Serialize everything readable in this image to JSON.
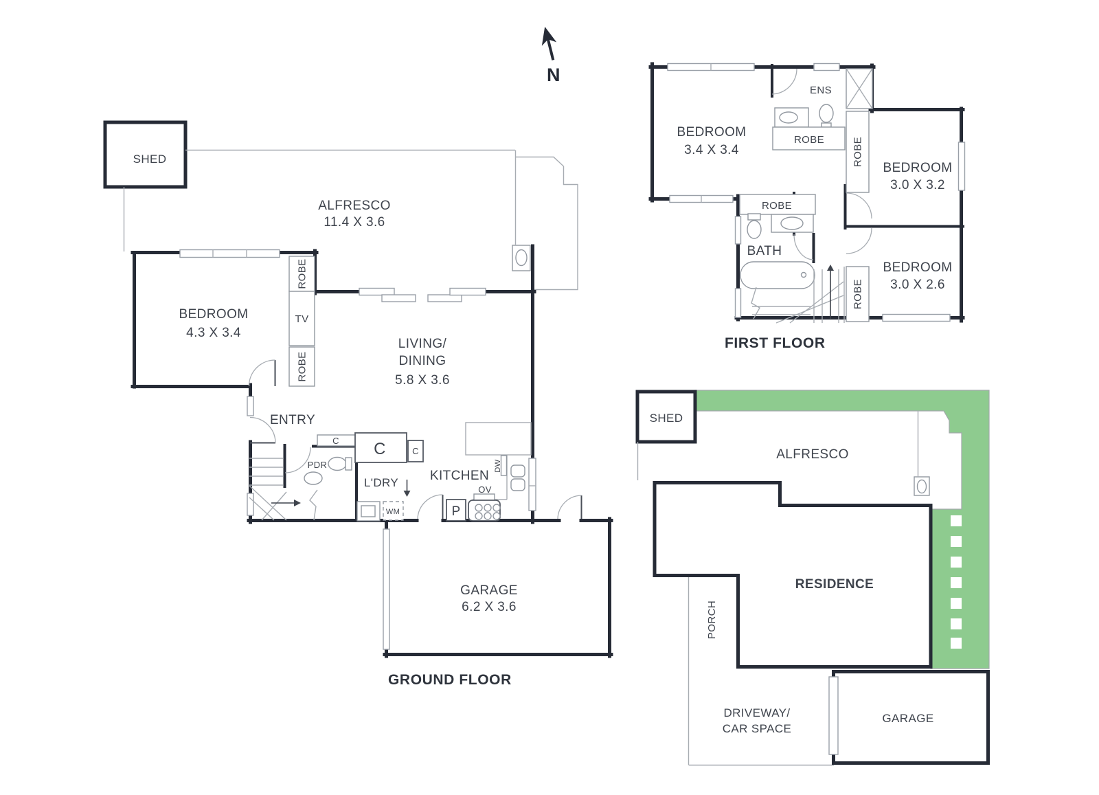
{
  "ground": {
    "title": "GROUND FLOOR",
    "shed": "SHED",
    "alfresco": {
      "name": "ALFRESCO",
      "dims": "11.4 X 3.6"
    },
    "bedroom": {
      "name": "BEDROOM",
      "dims": "4.3 X 3.4"
    },
    "living": {
      "line1": "LIVING/",
      "line2": "DINING",
      "dims": "5.8 X 3.6"
    },
    "garage": {
      "name": "GARAGE",
      "dims": "6.2 X 3.6"
    },
    "entry": "ENTRY",
    "pdr": "PDR",
    "ldry": "L'DRY",
    "kitchen": "KITCHEN",
    "robe_top": "ROBE",
    "tv": "TV",
    "robe_bottom": "ROBE",
    "c_top": "C",
    "c_large": "C",
    "c_right": "C",
    "wm": "WM",
    "dw": "DW",
    "ov": "OV",
    "pantry": "P"
  },
  "first": {
    "title": "FIRST FLOOR",
    "bed1": {
      "name": "BEDROOM",
      "dims": "3.4 X 3.4"
    },
    "bed2": {
      "name": "BEDROOM",
      "dims": "3.0 X 3.2"
    },
    "bed3": {
      "name": "BEDROOM",
      "dims": "3.0 X 2.6"
    },
    "ens": "ENS",
    "ens_robe": "ROBE",
    "bath": "BATH",
    "bath_robe": "ROBE",
    "robe2": "ROBE",
    "robe3": "ROBE"
  },
  "site": {
    "shed": "SHED",
    "alfresco": "ALFRESCO",
    "residence": "RESIDENCE",
    "porch": "PORCH",
    "drive1": "DRIVEWAY/",
    "drive2": "CAR SPACE",
    "garage": "GARAGE"
  },
  "compass": {
    "n": "N"
  },
  "colors": {
    "wall": "#262b36",
    "line": "#a7acb2",
    "green": "#8ecb8f",
    "text": "#3f444d"
  }
}
